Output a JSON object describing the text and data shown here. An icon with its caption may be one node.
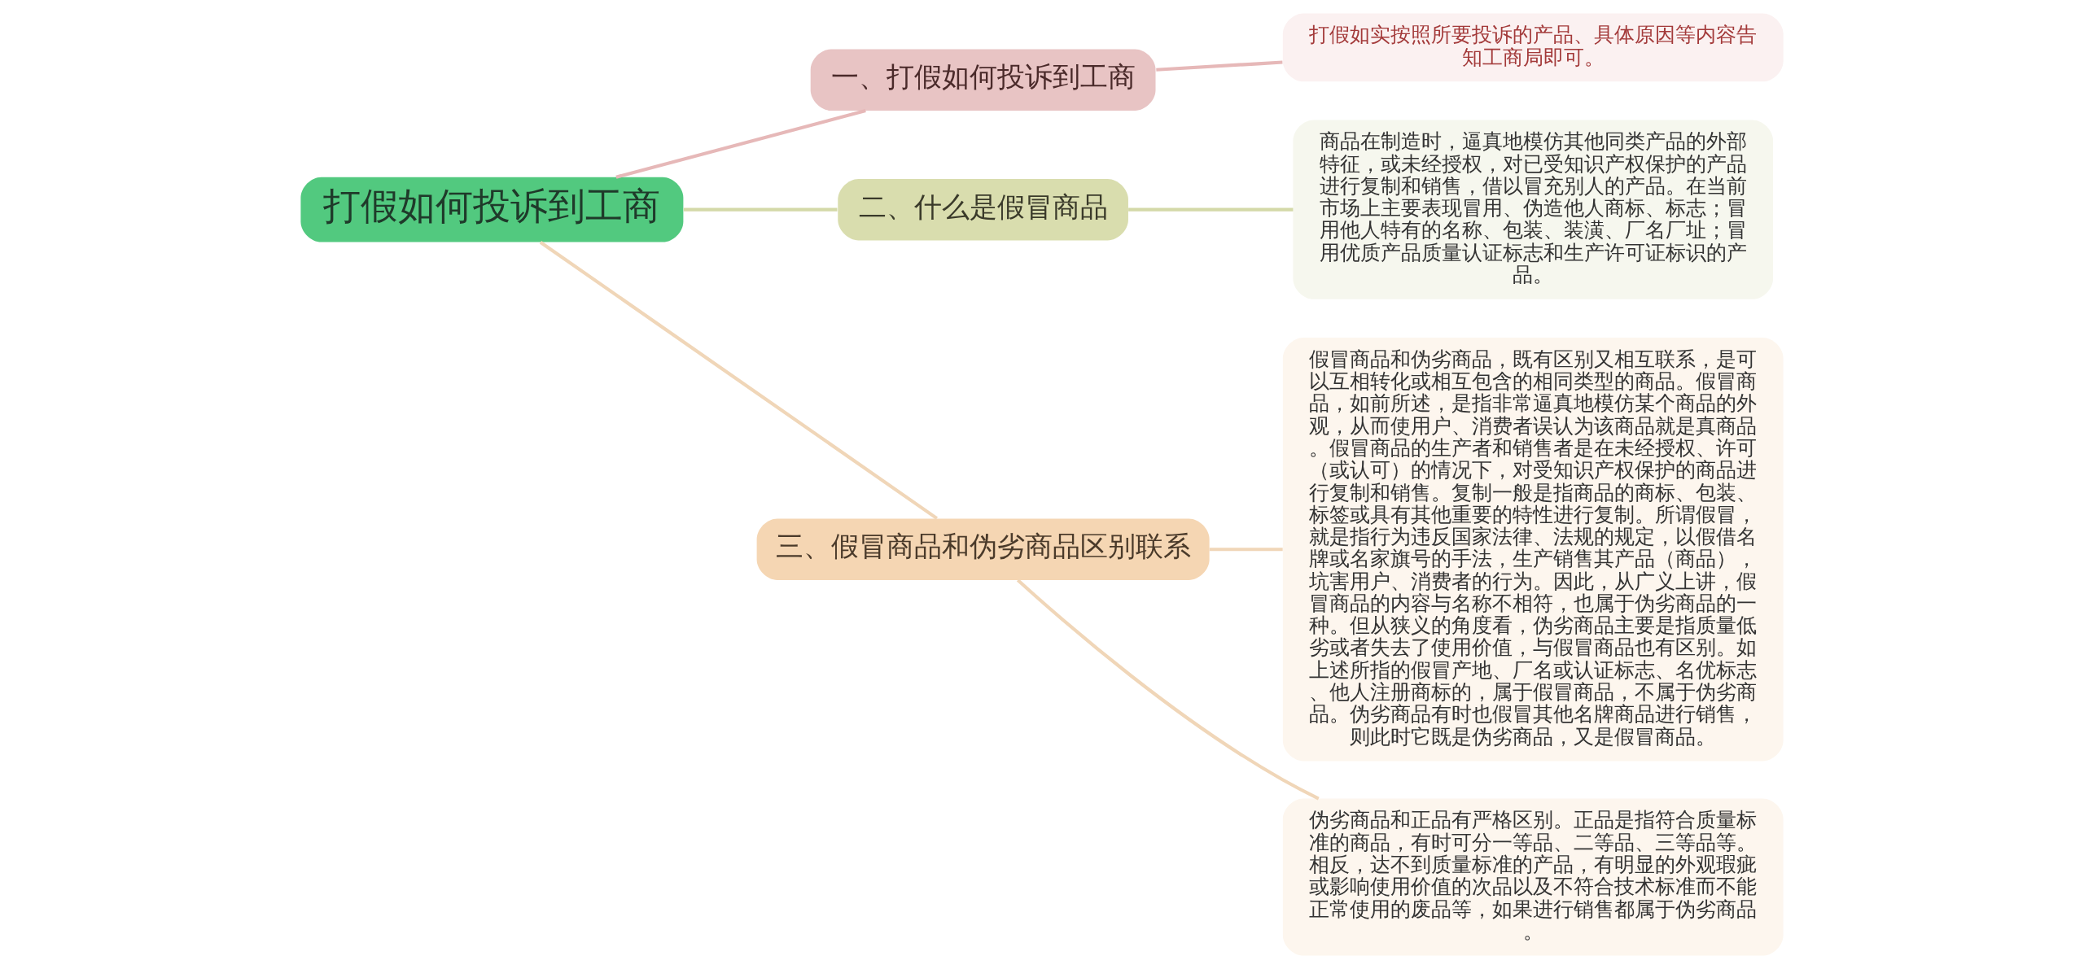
{
  "diagram": {
    "nodes": [
      {
        "text": [
          "打假如何投诉到工商"
        ]
      },
      {
        "text": [
          "一、打假如何投诉到工商"
        ]
      },
      {
        "text": [
          "打假如实按照所要投诉的产品、具体原因等内容告知工商局即可。"
        ]
      },
      {
        "text": [
          "二、什么是假冒商品"
        ]
      },
      {
        "text": [
          "商品在制造时，逼真地模仿其他同类产品的外部特征，或未经授权，对已受知识产权保护的产品进行复制和销售，借以冒充别人的产品。在当前市场上主要表现冒用、伪造他人商标、标志；冒用他人特有的名称、包装、装潢、厂名厂址；冒用优质产品质量认证标志和生产许可证标识的产品。"
        ]
      },
      {
        "text": [
          "三、假冒商品和伪劣商品区别联系"
        ]
      },
      {
        "text": [
          "假冒商品和伪劣商品，既有区别又相互联系，是可以互相转化或相互包含的相同类型的商品。假冒商品，如前所述，是指非常逼真地模仿某个商品的外观，从而使用户、消费者误认为该商品就是真商品。假冒商品的生产者和销售者是在未经授权、许可（或认可）的情况下，对受知识产权保护的商品进行复制和销售。复制一般是指商品的商标、包装、标签或具有其他重要的特性进行复制。所谓假冒，就是指行为违反国家法律、法规的规定，以假借名牌或名家旗号的手法，生产销售其产品（商品），坑害用户、消费者的行为。因此，从广义上讲，假冒商品的内容与名称不相符，也属于伪劣商品的一种。但从狭义的角度看，伪劣商品主要是指质量低劣或者失去了使用价值，与假冒商品也有区别。如上述所指的假冒产地、厂名或认证标志、名优标志、他人注册商标的，属于假冒商品，不属于伪劣商品。伪劣商品有时也假冒其他名牌商品进行销售，则此时它既是伪劣商品，又是假冒商品。"
        ]
      },
      {
        "text": [
          "伪劣商品和正品有严格区别。正品是指符合质量标准的商品，有时可分一等品、二等品、三等品等。相反，达不到质量标准的产品，有明显的外观瑕疵或影响使用价值的次品以及不符合技术标准而不能正常使用的废品等，如果进行销售都属于伪劣商品。"
        ]
      }
    ],
    "edges": [
      {
        "from": 0,
        "to": 1,
        "arrow": "none",
        "color": "#e6b8b8"
      },
      {
        "from": 1,
        "to": 2,
        "arrow": "none",
        "color": "#e6b8b8"
      },
      {
        "from": 0,
        "to": 3,
        "arrow": "none",
        "color": "#d4d9a8"
      },
      {
        "from": 3,
        "to": 4,
        "arrow": "none",
        "color": "#d4d9a8"
      },
      {
        "from": 0,
        "to": 5,
        "arrow": "none"
      },
      {
        "from": 5,
        "to": 6,
        "arrow": "none"
      },
      {
        "from": 5,
        "to": 7,
        "arrow": "none"
      }
    ]
  }
}
